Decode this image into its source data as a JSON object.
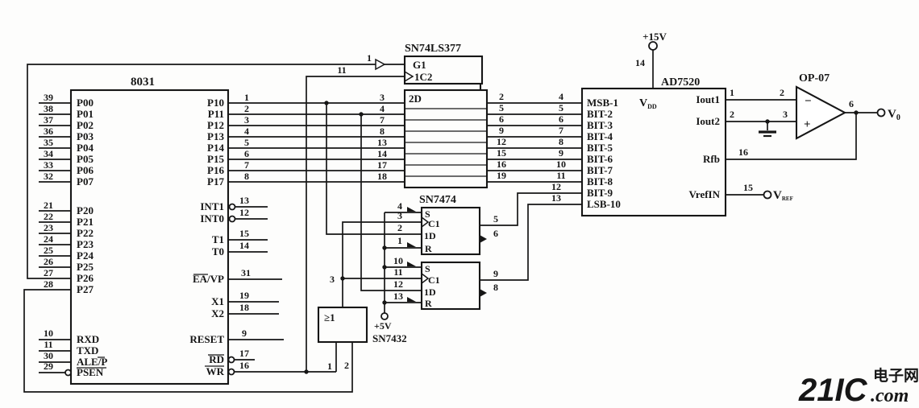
{
  "mcu": {
    "label": "8031",
    "port0": [
      {
        "pin": "39",
        "name": "P00"
      },
      {
        "pin": "38",
        "name": "P01"
      },
      {
        "pin": "37",
        "name": "P02"
      },
      {
        "pin": "36",
        "name": "P03"
      },
      {
        "pin": "35",
        "name": "P04"
      },
      {
        "pin": "34",
        "name": "P05"
      },
      {
        "pin": "33",
        "name": "P06"
      },
      {
        "pin": "32",
        "name": "P07"
      }
    ],
    "port2": [
      {
        "pin": "21",
        "name": "P20"
      },
      {
        "pin": "22",
        "name": "P21"
      },
      {
        "pin": "23",
        "name": "P22"
      },
      {
        "pin": "24",
        "name": "P23"
      },
      {
        "pin": "25",
        "name": "P24"
      },
      {
        "pin": "26",
        "name": "P25"
      },
      {
        "pin": "27",
        "name": "P26"
      },
      {
        "pin": "28",
        "name": "P27"
      }
    ],
    "lower_left": [
      {
        "pin": "10",
        "name": "RXD"
      },
      {
        "pin": "11",
        "name": "TXD"
      },
      {
        "pin": "30",
        "name": "ALE/P"
      },
      {
        "pin": "29",
        "name": "PSEN"
      }
    ],
    "port1": [
      {
        "pin": "1",
        "name": "P10",
        "latch_pin": "3"
      },
      {
        "pin": "2",
        "name": "P11",
        "latch_pin": "4"
      },
      {
        "pin": "3",
        "name": "P12",
        "latch_pin": "7"
      },
      {
        "pin": "4",
        "name": "P13",
        "latch_pin": "8"
      },
      {
        "pin": "5",
        "name": "P14",
        "latch_pin": "13"
      },
      {
        "pin": "6",
        "name": "P15",
        "latch_pin": "14"
      },
      {
        "pin": "7",
        "name": "P16",
        "latch_pin": "17"
      },
      {
        "pin": "8",
        "name": "P17",
        "latch_pin": "18"
      }
    ],
    "right": [
      {
        "pin": "13",
        "name": "INT1"
      },
      {
        "pin": "12",
        "name": "INT0"
      },
      {
        "pin": "15",
        "name": "T1"
      },
      {
        "pin": "14",
        "name": "T0"
      },
      {
        "pin": "31",
        "name": "EA/VP"
      },
      {
        "pin": "19",
        "name": "X1"
      },
      {
        "pin": "18",
        "name": "X2"
      },
      {
        "pin": "9",
        "name": "RESET"
      },
      {
        "pin": "17",
        "name": "RD"
      },
      {
        "pin": "16",
        "name": "WR"
      }
    ]
  },
  "latch": {
    "label": "SN74LS377",
    "enable_label": "G1",
    "enable_pin": "1",
    "clock_label": "1C2",
    "clock_pin": "11",
    "section_label": "2D",
    "rows": [
      {
        "out_pin": "2",
        "dac_pin": "4"
      },
      {
        "out_pin": "5",
        "dac_pin": "5"
      },
      {
        "out_pin": "6",
        "dac_pin": "6"
      },
      {
        "out_pin": "9",
        "dac_pin": "7"
      },
      {
        "out_pin": "12",
        "dac_pin": "8"
      },
      {
        "out_pin": "15",
        "dac_pin": "9"
      },
      {
        "out_pin": "16",
        "dac_pin": "10"
      },
      {
        "out_pin": "19",
        "dac_pin": "11"
      }
    ]
  },
  "dac": {
    "label": "AD7520",
    "supply": "+15V",
    "vdd_pin": "14",
    "vdd_main": "V",
    "vdd_sub": "DD",
    "bits": [
      "MSB-1",
      "BIT-2",
      "BIT-3",
      "BIT-4",
      "BIT-5",
      "BIT-6",
      "BIT-7",
      "BIT-8",
      "BIT-9",
      "LSB-10"
    ],
    "bit9_pin": "12",
    "lsb10_pin": "13",
    "iout1_label": "Iout1",
    "iout1_pin": "1",
    "iout2_label": "Iout2",
    "iout2_pin": "2",
    "rfb_label": "Rfb",
    "rfb_pin": "16",
    "vref_label": "VrefIN",
    "vref_pin": "15",
    "vref_main": "V",
    "vref_sub": "REF"
  },
  "ff": {
    "label": "SN7474",
    "s": "S",
    "clk": "C1",
    "d": "1D",
    "r": "R",
    "ff1": {
      "s_pin": "4",
      "clk_pin": "3",
      "d_pin": "2",
      "r_pin": "1",
      "q_pin": "5",
      "qb_pin": "6"
    },
    "ff2": {
      "s_pin": "10",
      "clk_pin": "11",
      "d_pin": "12",
      "r_pin": "13",
      "q_pin": "9",
      "qb_pin": "8"
    }
  },
  "orgate": {
    "label": "SN7432",
    "symbol": "≥1",
    "in1_pin": "1",
    "in2_pin": "2",
    "out_pin": "3",
    "supply": "+5V"
  },
  "opamp": {
    "label": "OP-07",
    "minus": "−",
    "plus": "+",
    "minus_pin": "2",
    "plus_pin": "3",
    "out_pin": "6",
    "out_main": "V",
    "out_sub": "0"
  },
  "watermark": {
    "brand": "21IC",
    "cn": "电子网",
    "tld": ".com",
    "color": "#f0a6a6"
  }
}
